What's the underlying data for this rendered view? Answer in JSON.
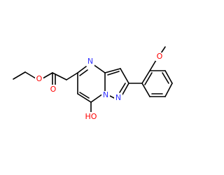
{
  "molecule": {
    "colors": {
      "background": "#ffffff",
      "bond": "#000000",
      "oxygen": "#ff0000",
      "nitrogen": "#3333ff"
    },
    "atom_labels": {
      "ester_oxygen": "O",
      "carbonyl_oxygen": "O",
      "ring_nitrogen_1": "N",
      "ring_nitrogen_2": "N",
      "ring_nitrogen_3": "N",
      "hydroxyl": "HO",
      "methoxy_oxygen": "O"
    }
  }
}
